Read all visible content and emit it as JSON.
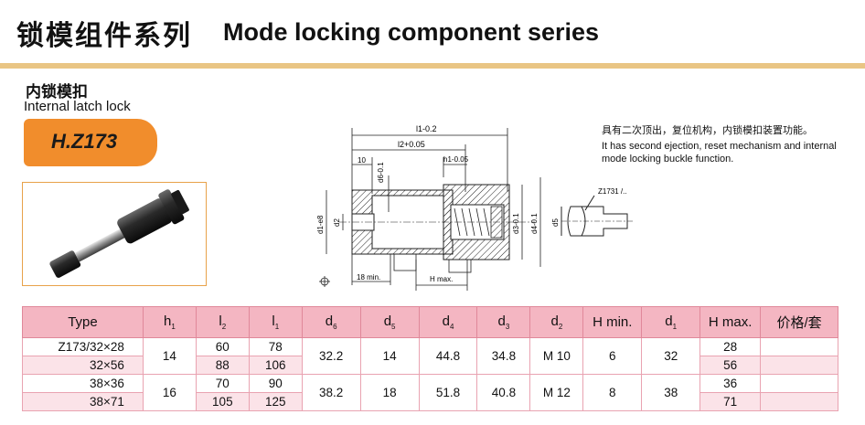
{
  "header": {
    "title_cn": "锁模组件系列",
    "title_en": "Mode locking component series"
  },
  "product": {
    "name_cn": "内锁模扣",
    "name_en": "Internal latch lock",
    "model": "H.Z173"
  },
  "description": {
    "cn": "具有二次顶出，复位机构，内锁模扣装置功能。",
    "en": "It has second ejection, reset mechanism and internal mode locking buckle function."
  },
  "drawing": {
    "dim_l1": "l1-0.2",
    "dim_l2": "l2+0.05",
    "dim_10": "10",
    "dim_d6": "d6-0.1",
    "dim_h1": "h1-0.05",
    "dim_d1": "d1-e8",
    "dim_d2": "d2",
    "dim_d3": "d3-0.1",
    "dim_d4": "d4-0.1",
    "dim_18": "18 min.",
    "dim_hmax": "H max.",
    "detail_label": "Z1731 /..",
    "detail_d5": "d5"
  },
  "table": {
    "headers": [
      {
        "main": "Type",
        "sub": ""
      },
      {
        "main": "h",
        "sub": "1"
      },
      {
        "main": "l",
        "sub": "2"
      },
      {
        "main": "l",
        "sub": "1"
      },
      {
        "main": "d",
        "sub": "6"
      },
      {
        "main": "d",
        "sub": "5"
      },
      {
        "main": "d",
        "sub": "4"
      },
      {
        "main": "d",
        "sub": "3"
      },
      {
        "main": "d",
        "sub": "2"
      },
      {
        "main": "H min.",
        "sub": ""
      },
      {
        "main": "d",
        "sub": "1"
      },
      {
        "main": "H max.",
        "sub": ""
      },
      {
        "main": "价格/套",
        "sub": ""
      }
    ],
    "groups": [
      {
        "h1": "14",
        "d6": "32.2",
        "d5": "14",
        "d4": "44.8",
        "d3": "34.8",
        "d2": "M 10",
        "hmin": "6",
        "d1": "32",
        "rows": [
          {
            "type": "Z173/32×28",
            "l2": "60",
            "l1": "78",
            "hmax": "28",
            "price": ""
          },
          {
            "type": "32×56",
            "l2": "88",
            "l1": "106",
            "hmax": "56",
            "price": ""
          }
        ]
      },
      {
        "h1": "16",
        "d6": "38.2",
        "d5": "18",
        "d4": "51.8",
        "d3": "40.8",
        "d2": "M 12",
        "hmin": "8",
        "d1": "38",
        "rows": [
          {
            "type": "38×36",
            "l2": "70",
            "l1": "90",
            "hmax": "36",
            "price": ""
          },
          {
            "type": "38×71",
            "l2": "105",
            "l1": "125",
            "hmax": "71",
            "price": ""
          }
        ]
      }
    ]
  },
  "colors": {
    "header_line": "#e9c584",
    "badge": "#f18d2c",
    "table_header": "#f4b6c2",
    "table_alt_row": "#fbe3e8"
  }
}
